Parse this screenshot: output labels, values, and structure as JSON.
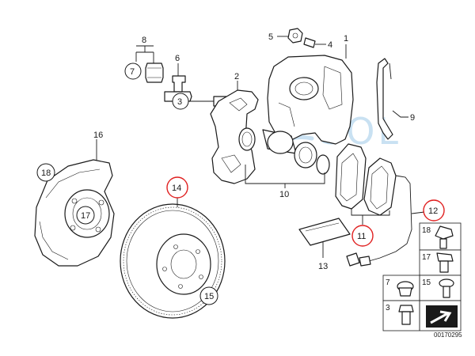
{
  "diagram": {
    "watermark": "SOL",
    "drawing_code": "00170295",
    "labels": {
      "p1": "1",
      "p2": "2",
      "p3": "3",
      "p4": "4",
      "p5": "5",
      "p6": "6",
      "p7": "7",
      "p8": "8",
      "p9": "9",
      "p10": "10",
      "p11": "11",
      "p12": "12",
      "p13": "13",
      "p14": "14",
      "p15": "15",
      "p16": "16",
      "p17": "17",
      "p18": "18"
    },
    "legend_labels": {
      "l18": "18",
      "l17": "17",
      "l7": "7",
      "l15": "15",
      "l3": "3"
    },
    "highlight_color": "#e02020",
    "watermark_color": "#9ec9e8"
  }
}
